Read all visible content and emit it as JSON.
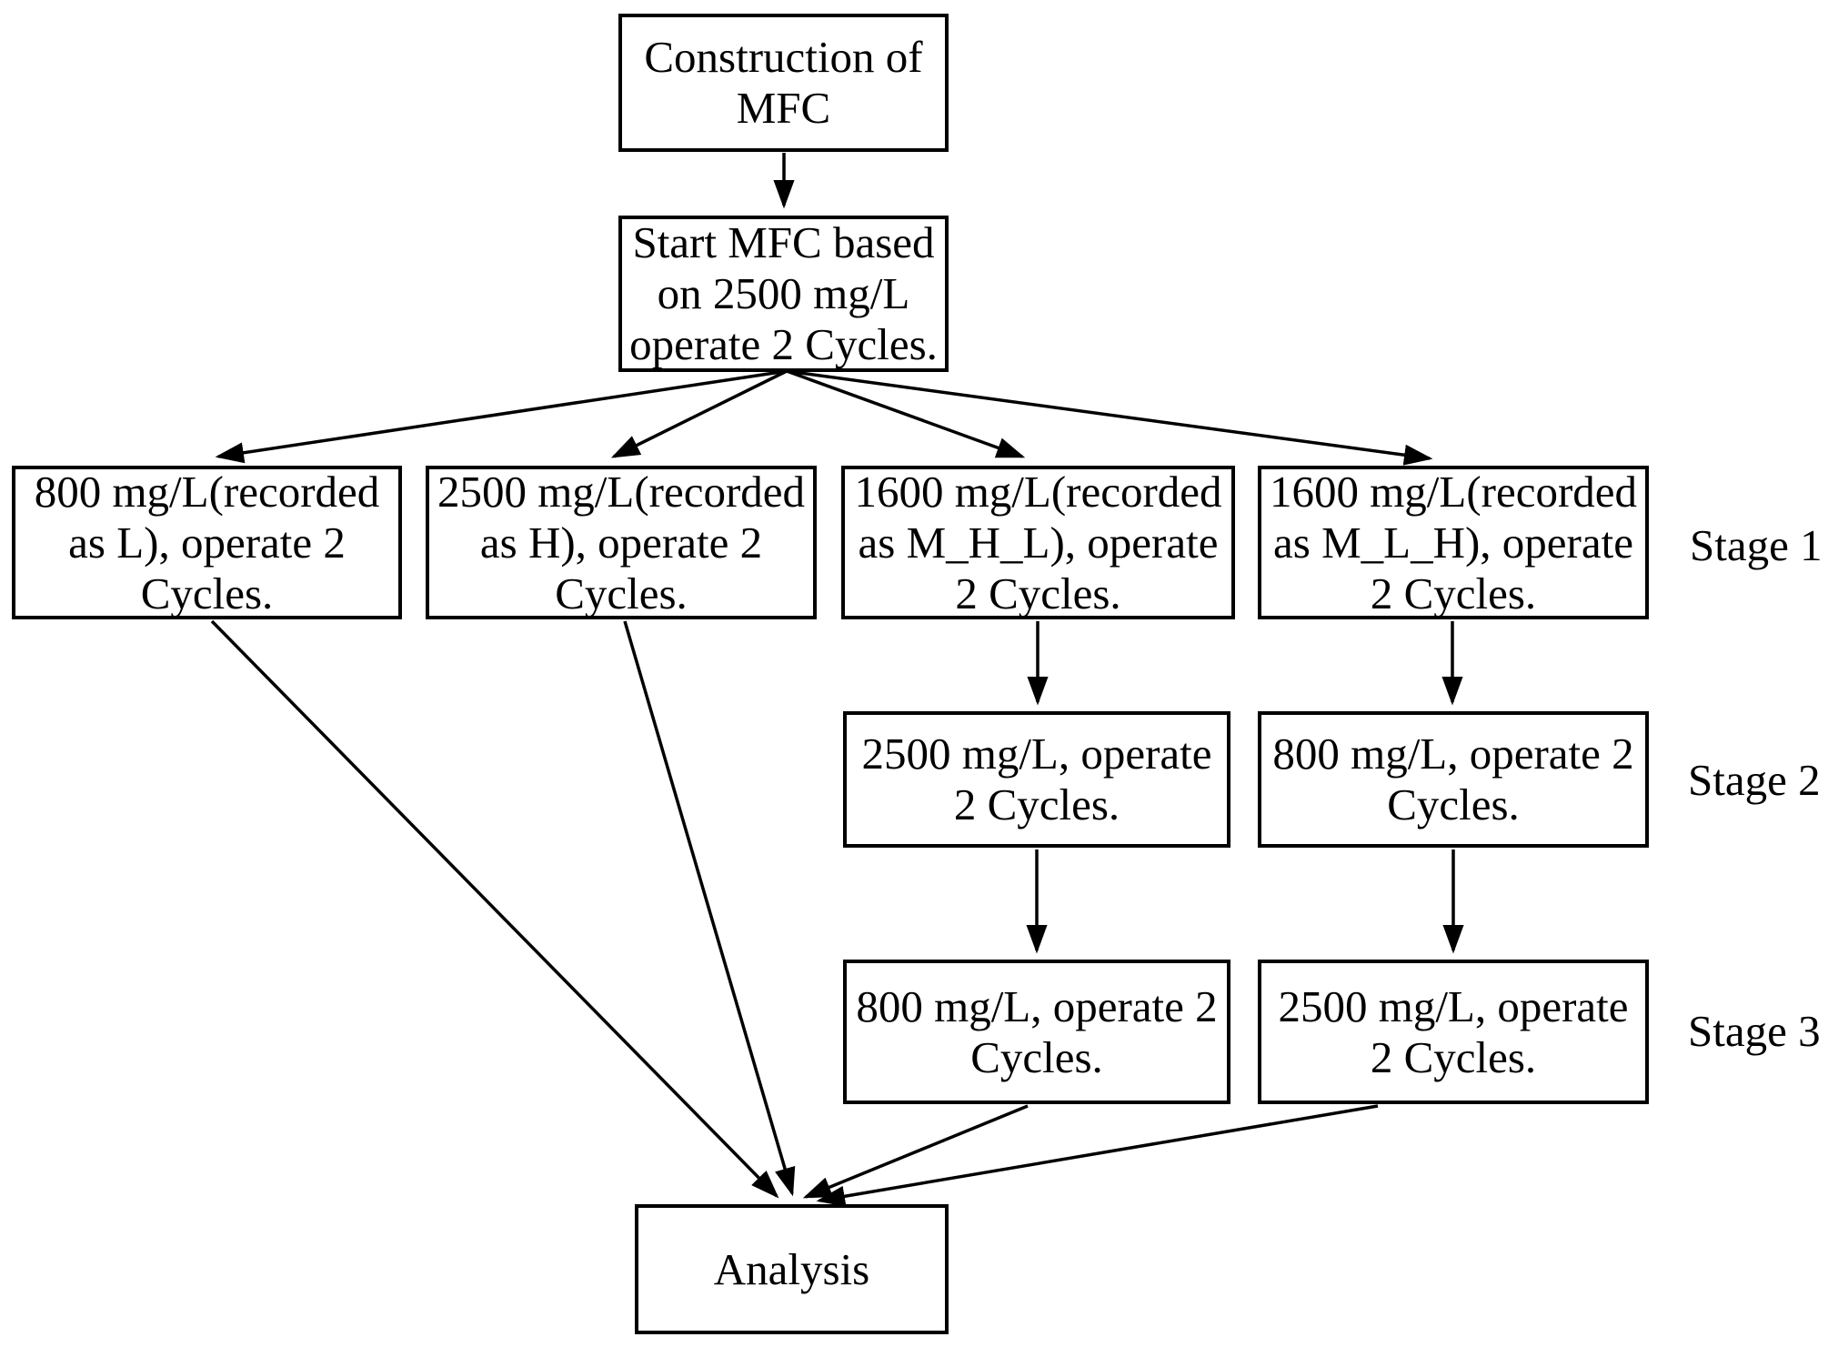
{
  "diagram": {
    "type": "flowchart",
    "nodes": {
      "construction": "Construction of MFC",
      "start": "Start MFC based on 2500 mg/L operate 2 Cycles.",
      "stage1_l": "800 mg/L(recorded as L), operate 2 Cycles.",
      "stage1_h": "2500 mg/L(recorded as H), operate 2 Cycles.",
      "stage1_mhl": "1600 mg/L(recorded as M_H_L), operate 2 Cycles.",
      "stage1_mlh": "1600 mg/L(recorded as M_L_H), operate 2 Cycles.",
      "stage2_mhl": "2500 mg/L, operate 2 Cycles.",
      "stage2_mlh": "800 mg/L, operate 2 Cycles.",
      "stage3_mhl": "800 mg/L, operate 2 Cycles.",
      "stage3_mlh": "2500 mg/L, operate 2 Cycles.",
      "analysis": "Analysis"
    },
    "stage_labels": {
      "stage1": "Stage 1",
      "stage2": "Stage 2",
      "stage3": "Stage 3"
    },
    "edges": [
      {
        "from": "construction",
        "to": "start"
      },
      {
        "from": "start",
        "to": "stage1_l"
      },
      {
        "from": "start",
        "to": "stage1_h"
      },
      {
        "from": "start",
        "to": "stage1_mhl"
      },
      {
        "from": "start",
        "to": "stage1_mlh"
      },
      {
        "from": "stage1_mhl",
        "to": "stage2_mhl"
      },
      {
        "from": "stage1_mlh",
        "to": "stage2_mlh"
      },
      {
        "from": "stage2_mhl",
        "to": "stage3_mhl"
      },
      {
        "from": "stage2_mlh",
        "to": "stage3_mlh"
      },
      {
        "from": "stage1_l",
        "to": "analysis"
      },
      {
        "from": "stage1_h",
        "to": "analysis"
      },
      {
        "from": "stage3_mhl",
        "to": "analysis"
      },
      {
        "from": "stage3_mlh",
        "to": "analysis"
      }
    ],
    "colors": {
      "line": "#000000",
      "box_border": "#000000",
      "box_fill": "#ffffff",
      "text": "#000000",
      "background": "#ffffff"
    }
  }
}
